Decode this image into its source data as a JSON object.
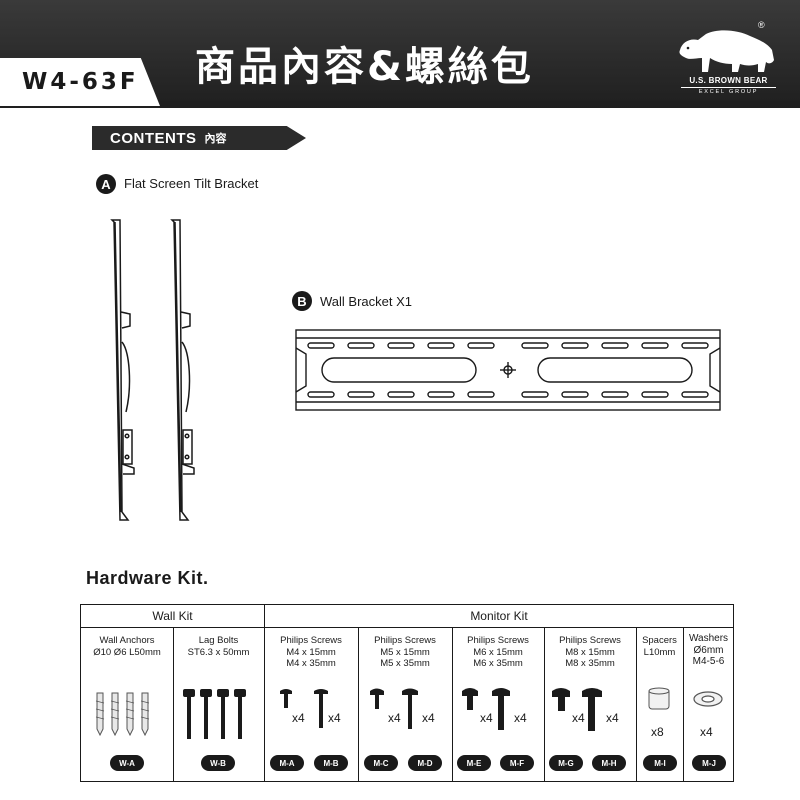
{
  "header": {
    "model": "W4-63F",
    "title": "商品內容&螺絲包",
    "brand_name": "U.S. BROWN BEAR",
    "brand_group": "EXCEL GROUP",
    "brand_reg": "®"
  },
  "contents": {
    "banner_en": "CONTENTS",
    "banner_zh": "內容",
    "item_a": {
      "letter": "A",
      "label": "Flat Screen Tilt Bracket"
    },
    "item_b": {
      "letter": "B",
      "label": "Wall Bracket X1"
    }
  },
  "hardware": {
    "title": "Hardware Kit.",
    "groups": {
      "wall": "Wall  Kit",
      "monitor": "Monitor  Kit"
    },
    "cells": [
      {
        "lines": [
          "Wall Anchors",
          "Ø10 Ø6 L50mm"
        ],
        "badge": "W-A"
      },
      {
        "lines": [
          "Lag Bolts",
          "ST6.3 x 50mm"
        ],
        "badge": "W-B"
      },
      {
        "lines": [
          "Philips Screws",
          "M4 x 15mm",
          "M4 x 35mm"
        ],
        "badges": [
          "M-A",
          "M-B"
        ],
        "qty": [
          "x4",
          "x4"
        ]
      },
      {
        "lines": [
          "Philips Screws",
          "M5 x 15mm",
          "M5 x 35mm"
        ],
        "badges": [
          "M-C",
          "M-D"
        ],
        "qty": [
          "x4",
          "x4"
        ]
      },
      {
        "lines": [
          "Philips Screws",
          "M6 x 15mm",
          "M6 x 35mm"
        ],
        "badges": [
          "M-E",
          "M-F"
        ],
        "qty": [
          "x4",
          "x4"
        ]
      },
      {
        "lines": [
          "Philips Screws",
          "M8 x 15mm",
          "M8 x 35mm"
        ],
        "badges": [
          "M-G",
          "M-H"
        ],
        "qty": [
          "x4",
          "x4"
        ]
      },
      {
        "lines": [
          "Spacers",
          "L10mm"
        ],
        "badge": "M-I",
        "qty": "x8"
      },
      {
        "lines": [
          "Washers",
          "Ø6mm",
          "M4-5-6"
        ],
        "badge": "M-J",
        "qty": "x4"
      }
    ]
  }
}
